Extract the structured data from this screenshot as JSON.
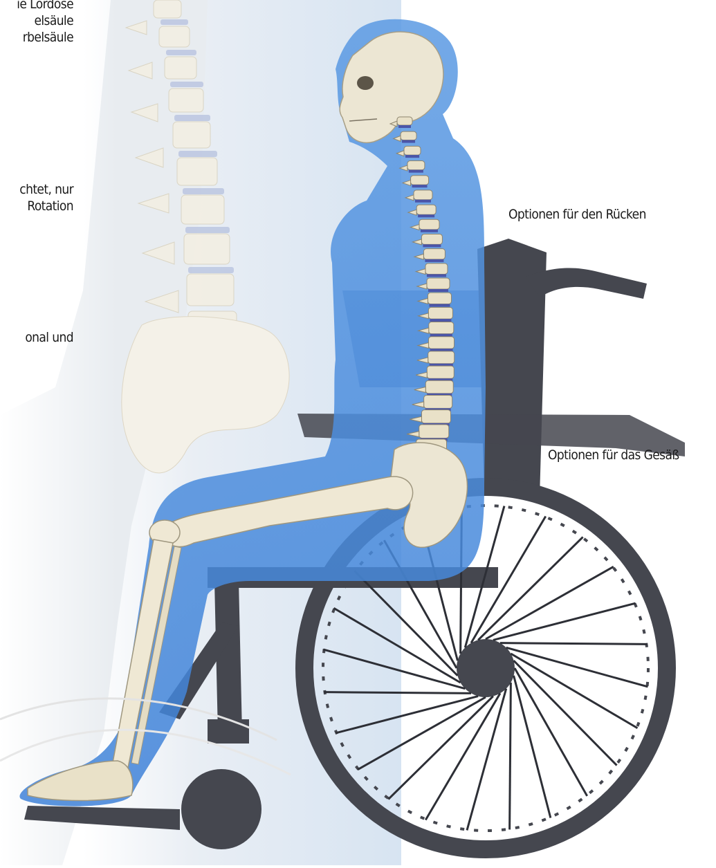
{
  "labels": {
    "back_options": "Optionen für den Rücken",
    "seat_options": "Optionen für das Gesäß"
  },
  "left_text": {
    "block1": [
      "ie Lordose",
      "elsäule",
      "rbelsäule"
    ],
    "block2": [
      "chtet, nur",
      "Rotation"
    ],
    "block3": [
      "onal und"
    ]
  },
  "colors": {
    "body_blue": "#4f8fdf",
    "wheelchair": "#45474f",
    "bone": "#eee6cf",
    "background_tint": "#dbe6f1"
  }
}
